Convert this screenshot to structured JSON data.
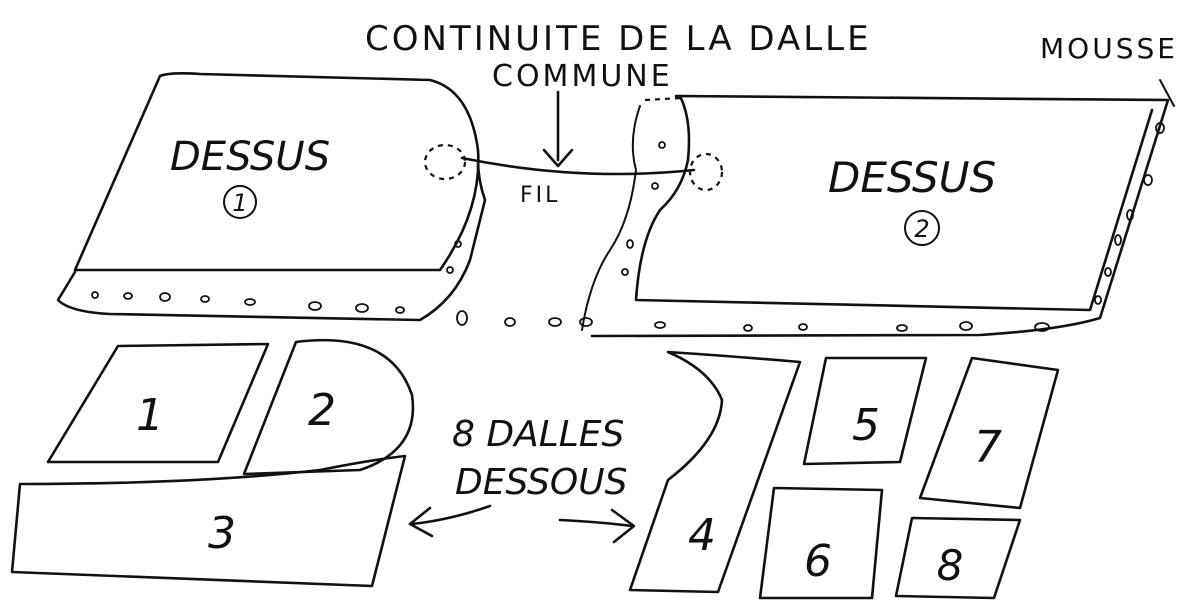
{
  "title": {
    "line1": "CONTINUITE DE LA DALLE",
    "line2": "COMMUNE"
  },
  "labels": {
    "mousse": "MOUSSE",
    "fil": "FIL",
    "top_panel_1": "DESSUS",
    "top_panel_1_num": "1",
    "top_panel_2": "DESSUS",
    "top_panel_2_num": "2",
    "bottom_caption_line1": "8 DALLES",
    "bottom_caption_line2": "DESSOUS"
  },
  "bottom_slabs": [
    "1",
    "2",
    "3",
    "4",
    "5",
    "6",
    "7",
    "8"
  ],
  "colors": {
    "ink": "#111111",
    "paper": "#ffffff"
  }
}
